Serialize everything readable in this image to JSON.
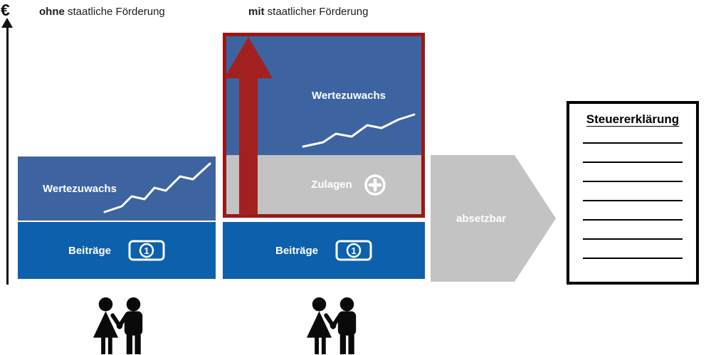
{
  "axis": {
    "currency_label": "€"
  },
  "headings": {
    "without": {
      "bold": "ohne",
      "rest": " staatliche Förderung"
    },
    "with": {
      "bold": "mit",
      "rest": " staatlicher Förderung"
    }
  },
  "columns": {
    "without": {
      "wertezuwachs_label": "Wertezuwachs",
      "beitraege_label": "Beiträge"
    },
    "with": {
      "wertezuwachs_label": "Wertezuwachs",
      "zulagen_label": "Zulagen",
      "beitraege_label": "Beiträge"
    }
  },
  "deduction_arrow": {
    "label": "absetzbar"
  },
  "tax_document": {
    "title": "Steuererklärung",
    "ruled_lines": 7
  },
  "money_icon": {
    "value": "1"
  },
  "colors": {
    "growth_blue": "#3d64a1",
    "contribution_blue": "#0d60ab",
    "subsidy_gray": "#c3c3c3",
    "highlight_red": "#a32020",
    "frame_red": "#9a1815"
  }
}
